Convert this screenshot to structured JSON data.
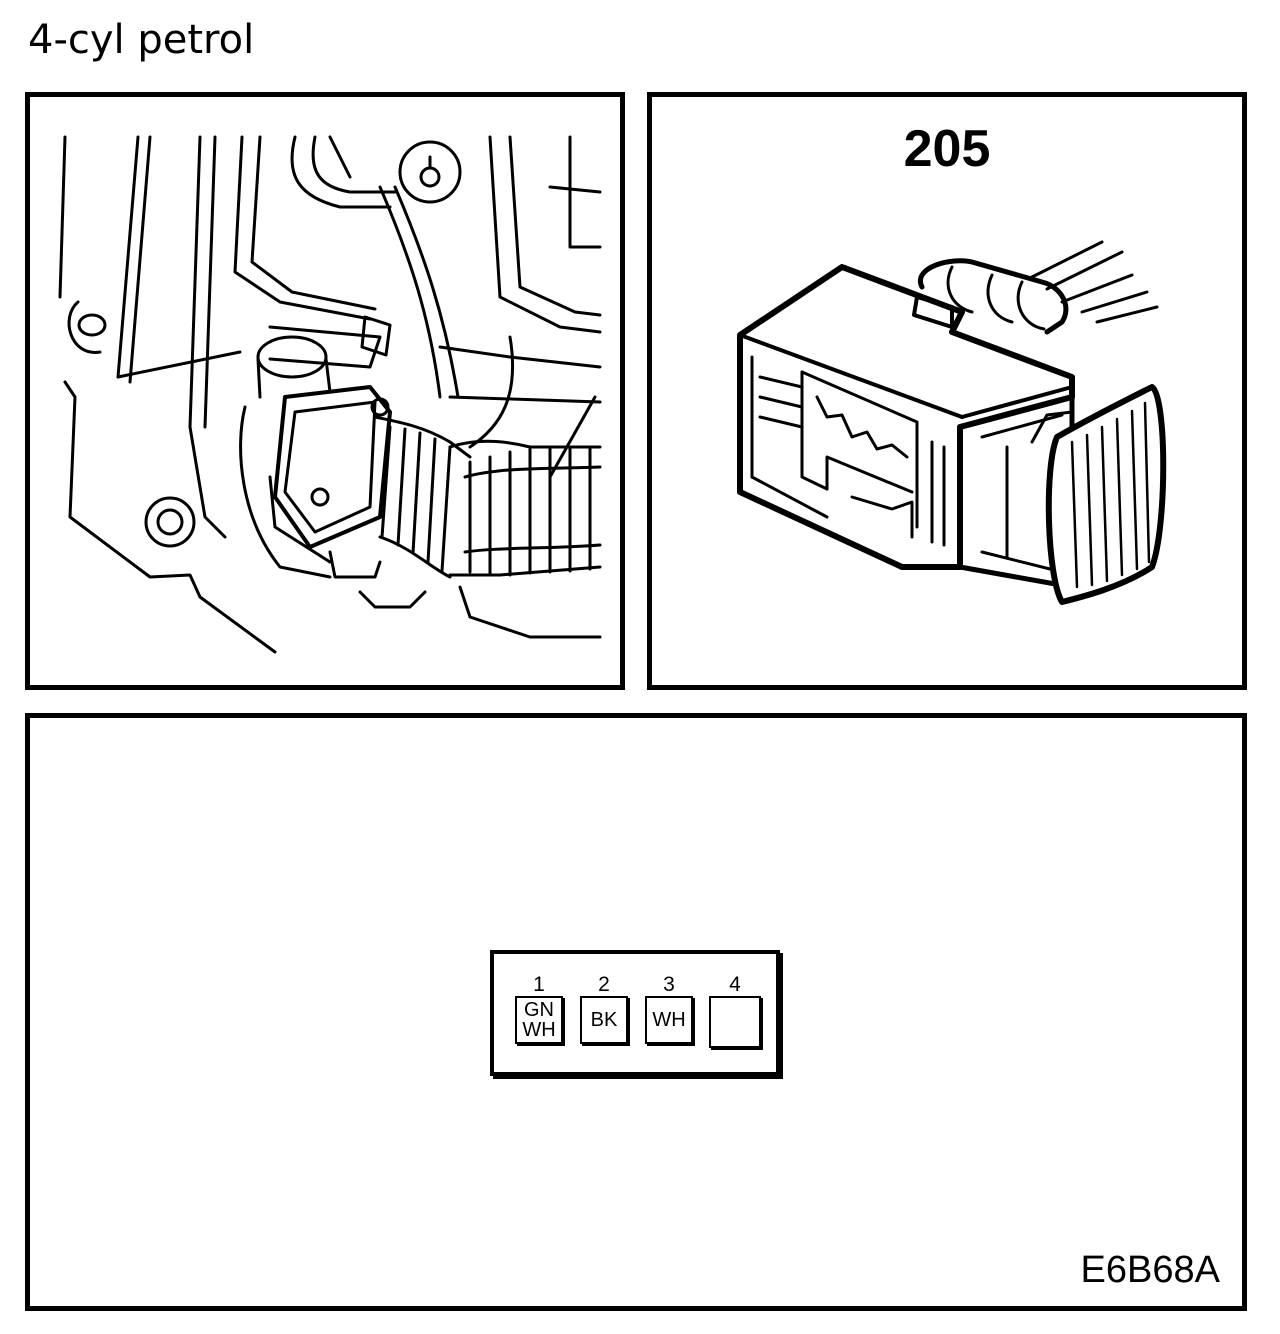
{
  "title": "4-cyl petrol",
  "connector": {
    "number": "205",
    "pins": [
      {
        "number": "1",
        "colors": [
          "GN",
          "WH"
        ]
      },
      {
        "number": "2",
        "colors": [
          "BK"
        ]
      },
      {
        "number": "3",
        "colors": [
          "WH"
        ]
      },
      {
        "number": "4",
        "colors": []
      }
    ]
  },
  "figure_code": "E6B68A"
}
